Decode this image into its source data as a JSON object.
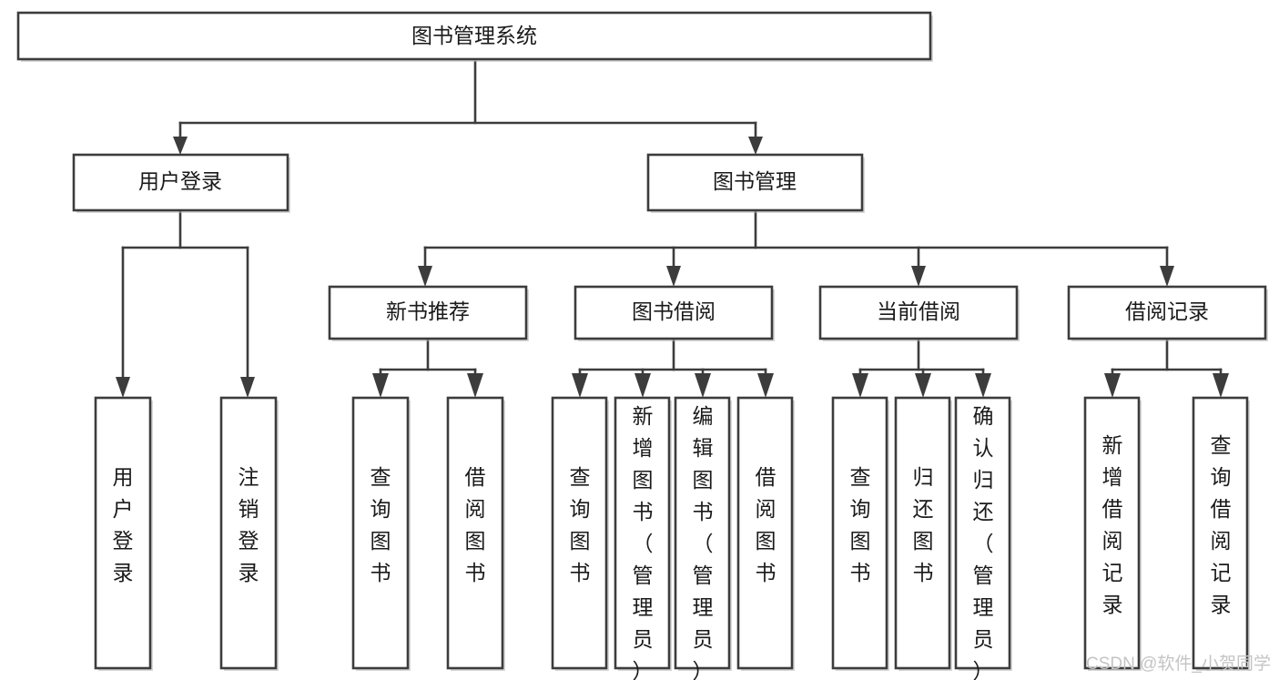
{
  "diagram": {
    "type": "tree-hierarchy-chart",
    "title": "图书管理系统",
    "orientation": "top-down",
    "levels": 4,
    "root": {
      "id": "root",
      "label": "图书管理系统",
      "orientation": "horizontal"
    },
    "level2": [
      {
        "id": "user-login",
        "label": "用户登录",
        "orientation": "horizontal"
      },
      {
        "id": "book-manage",
        "label": "图书管理",
        "orientation": "horizontal"
      }
    ],
    "level3": [
      {
        "id": "new-book-rec",
        "label": "新书推荐",
        "orientation": "horizontal",
        "parent": "book-manage"
      },
      {
        "id": "book-borrow",
        "label": "图书借阅",
        "orientation": "horizontal",
        "parent": "book-manage"
      },
      {
        "id": "current-borrow",
        "label": "当前借阅",
        "orientation": "horizontal",
        "parent": "book-manage"
      },
      {
        "id": "borrow-record",
        "label": "借阅记录",
        "orientation": "horizontal",
        "parent": "book-manage"
      }
    ],
    "leaves": {
      "user-login": [
        {
          "id": "leaf-user-login",
          "label": "用户登录",
          "orientation": "vertical",
          "align": "middle"
        },
        {
          "id": "leaf-user-logout",
          "label": "注销登录",
          "orientation": "vertical",
          "align": "middle"
        }
      ],
      "new-book-rec": [
        {
          "id": "leaf-query-book-1",
          "label": "查询图书",
          "orientation": "vertical",
          "align": "middle"
        },
        {
          "id": "leaf-borrow-book-1",
          "label": "借阅图书",
          "orientation": "vertical",
          "align": "middle"
        }
      ],
      "book-borrow": [
        {
          "id": "leaf-query-book-2",
          "label": "查询图书",
          "orientation": "vertical",
          "align": "middle"
        },
        {
          "id": "leaf-add-book",
          "label": "新增图书（管理员）",
          "orientation": "vertical",
          "align": "top"
        },
        {
          "id": "leaf-edit-book",
          "label": "编辑图书（管理员）",
          "orientation": "vertical",
          "align": "top"
        },
        {
          "id": "leaf-borrow-book-2",
          "label": "借阅图书",
          "orientation": "vertical",
          "align": "middle"
        }
      ],
      "current-borrow": [
        {
          "id": "leaf-query-book-3",
          "label": "查询图书",
          "orientation": "vertical",
          "align": "middle"
        },
        {
          "id": "leaf-return-book",
          "label": "归还图书",
          "orientation": "vertical",
          "align": "middle"
        },
        {
          "id": "leaf-confirm-return",
          "label": "确认归还（管理员）",
          "orientation": "vertical",
          "align": "top"
        }
      ],
      "borrow-record": [
        {
          "id": "leaf-add-record",
          "label": "新增借阅记录",
          "orientation": "vertical",
          "align": "middle"
        },
        {
          "id": "leaf-query-record",
          "label": "查询借阅记录",
          "orientation": "vertical",
          "align": "middle"
        }
      ]
    }
  },
  "colors": {
    "box_stroke": "#3c3c3c",
    "box_fill": "#ffffff",
    "text": "#1a1a1a",
    "connector": "#3c3c3c",
    "watermark": "#c4c4c4",
    "background": "#ffffff"
  },
  "watermark": {
    "text": "CSDN @软件_小贺同学"
  }
}
